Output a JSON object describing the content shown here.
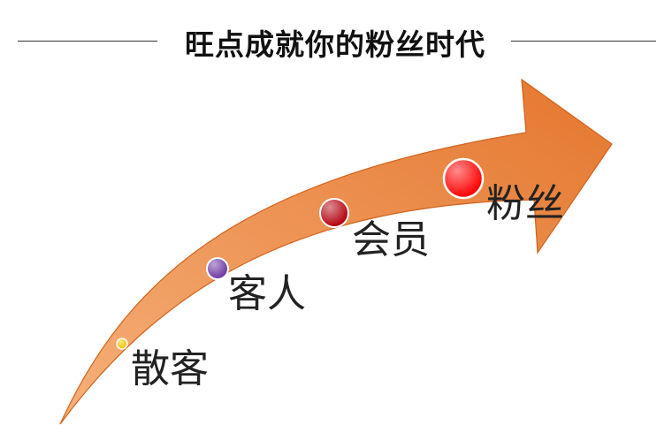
{
  "header": {
    "title": "旺点成就你的粉丝时代"
  },
  "arrow": {
    "fill_light": "#f6b07a",
    "fill_dark": "#e4772f",
    "edge": "#d0641f"
  },
  "stages": [
    {
      "label": "散客",
      "color": "#f5c400"
    },
    {
      "label": "客人",
      "color": "#6a35a0"
    },
    {
      "label": "会员",
      "color": "#b3000c"
    },
    {
      "label": "粉丝",
      "color": "#ff0000"
    }
  ]
}
